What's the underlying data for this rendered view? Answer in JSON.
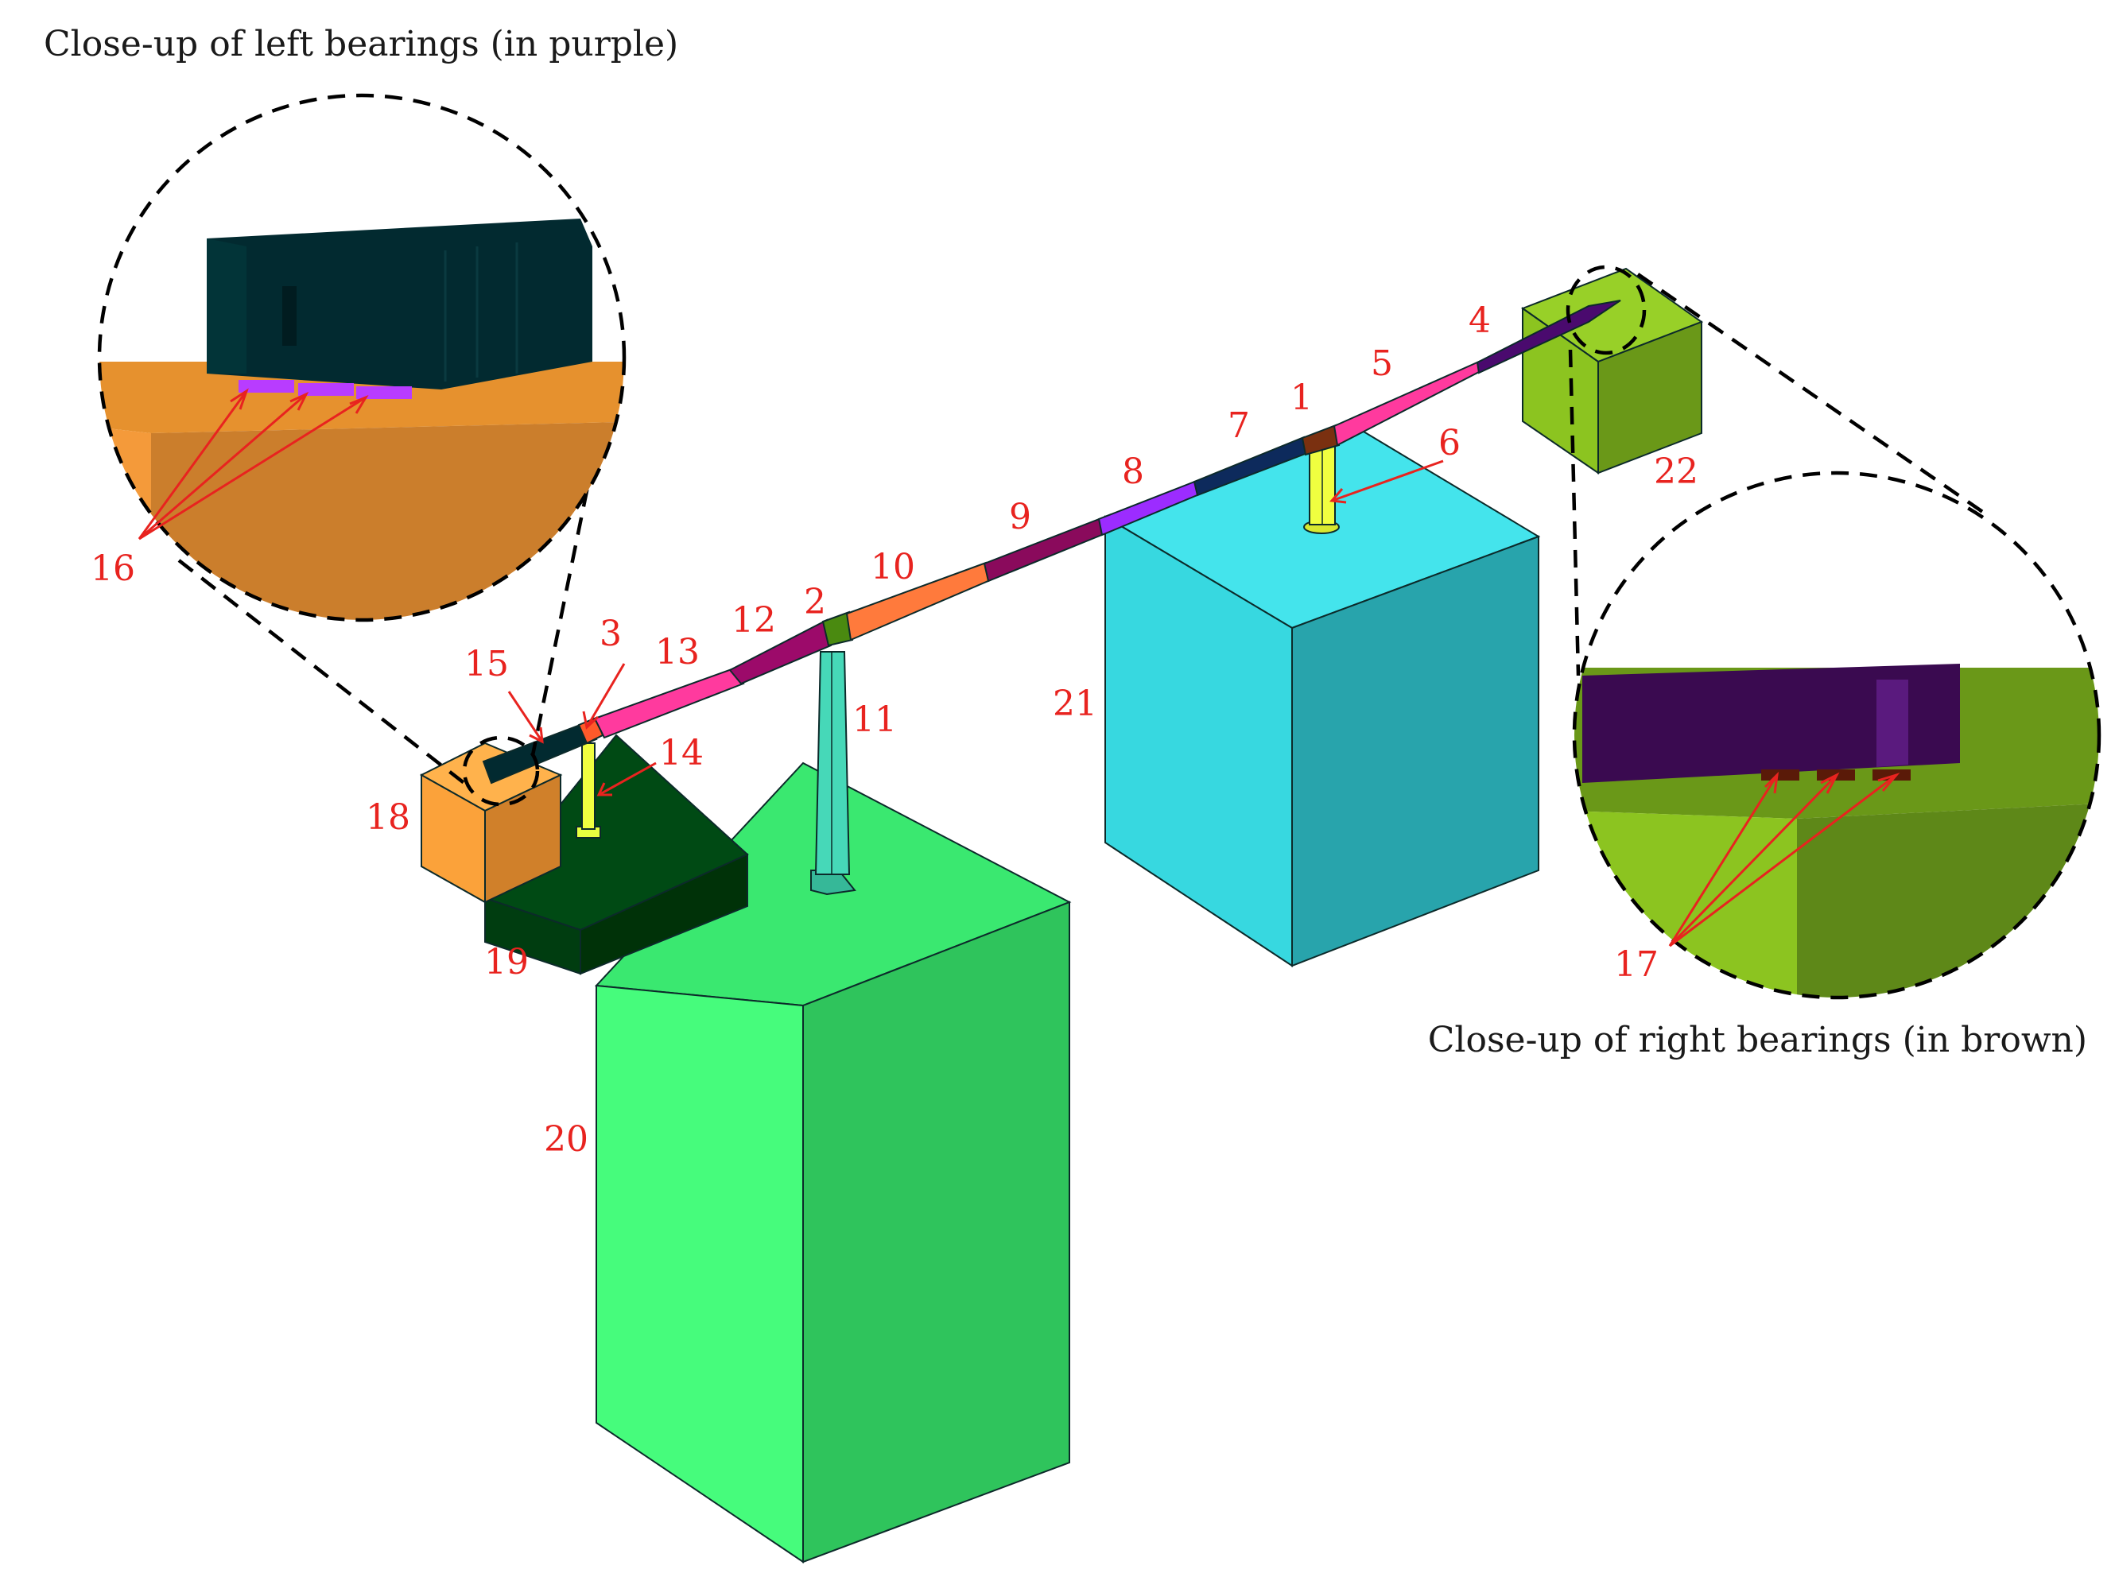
{
  "captions": {
    "left_closeup": "Close-up of left bearings (in purple)",
    "right_closeup": "Close-up of right bearings (in brown)"
  },
  "labels": {
    "n1": "1",
    "n2": "2",
    "n3": "3",
    "n4": "4",
    "n5": "5",
    "n6": "6",
    "n7": "7",
    "n8": "8",
    "n9": "9",
    "n10": "10",
    "n11": "11",
    "n12": "12",
    "n13": "13",
    "n14": "14",
    "n15": "15",
    "n16": "16",
    "n17": "17",
    "n18": "18",
    "n19": "19",
    "n20": "20",
    "n21": "21",
    "n22": "22"
  },
  "colors": {
    "label": "#e8231f",
    "block20": "#46fc7c",
    "block21": "#37d8e0",
    "block22": "#8cc420",
    "block18": "#fba23a",
    "block19": "#004010",
    "deck_dark": "#022a30",
    "seg_pink": "#ff3a9e",
    "seg_purple": "#9c2cff",
    "seg_navy": "#0d2a5c",
    "seg_orange": "#ff7a3c",
    "seg_maroon": "#8a0a5c",
    "seg_violet": "#4a0a6e",
    "pier11": "#46d8b8",
    "pier6": "#f0ff40",
    "bearing_left": "#b83cff",
    "bearing_right": "#5a1a08"
  }
}
